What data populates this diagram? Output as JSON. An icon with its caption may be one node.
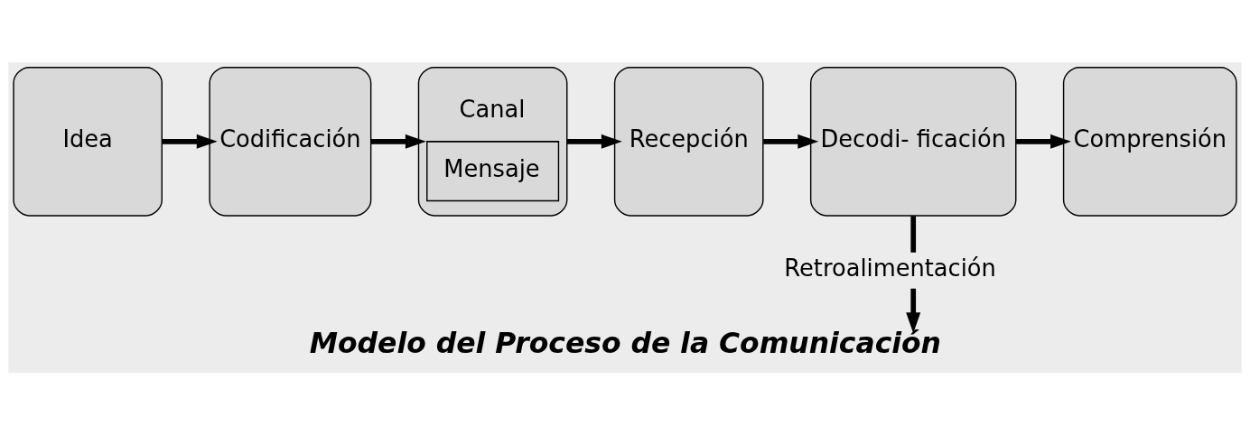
{
  "diagram": {
    "caption": "Modelo del Proceso de la Comunicación",
    "nodes": [
      {
        "text": [
          "Idea"
        ]
      },
      {
        "text": [
          "Codificación"
        ]
      },
      {
        "text": [
          "Canal",
          "Mensaje"
        ]
      },
      {
        "text": [
          "Recepción"
        ]
      },
      {
        "text": [
          "Decodi- ficación"
        ]
      },
      {
        "text": [
          "Comprensión"
        ]
      }
    ],
    "edges": [
      {
        "from": 0,
        "to": 1,
        "arrow": "to"
      },
      {
        "from": 1,
        "to": 2,
        "arrow": "to"
      },
      {
        "from": 2,
        "to": 3,
        "arrow": "to"
      },
      {
        "from": 3,
        "to": 4,
        "arrow": "to"
      },
      {
        "from": 4,
        "to": 5,
        "arrow": "to"
      },
      {
        "from": 4,
        "to": null,
        "label": "Retroalimentación",
        "arrow": "to"
      }
    ]
  }
}
